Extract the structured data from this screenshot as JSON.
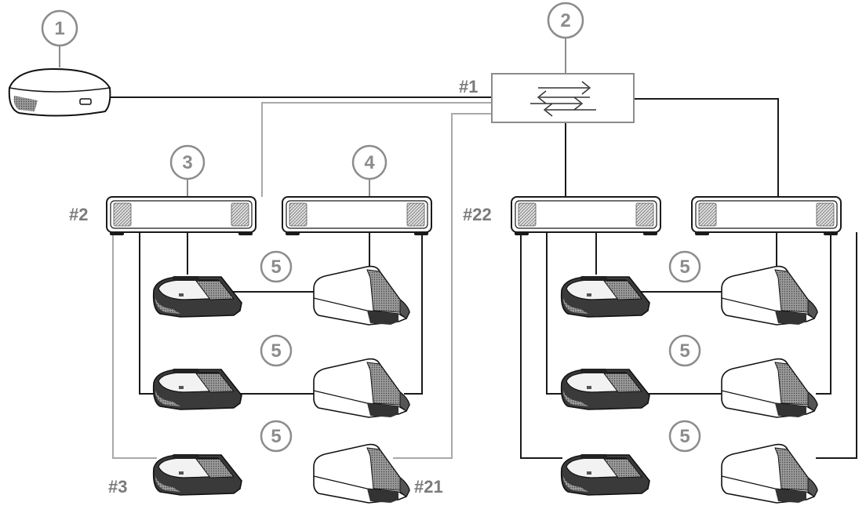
{
  "callouts": {
    "c1": "1",
    "c2": "2",
    "c3": "3",
    "c4": "4",
    "c5": "5"
  },
  "labels": {
    "switch_id": "#1",
    "unit_left_id": "#2",
    "unit_right_id": "#22",
    "device_first_id": "#3",
    "device_last_id": "#21"
  },
  "colors": {
    "line_primary": "#1a1a1a",
    "line_secondary": "#a9a9a9",
    "callout": "#8c8c8c",
    "label": "#7a7a7a"
  },
  "icons": {
    "server": "server-icon",
    "switch": "network-switch-icon",
    "control_unit": "control-unit-icon",
    "discussion_device": "discussion-device-icon"
  }
}
